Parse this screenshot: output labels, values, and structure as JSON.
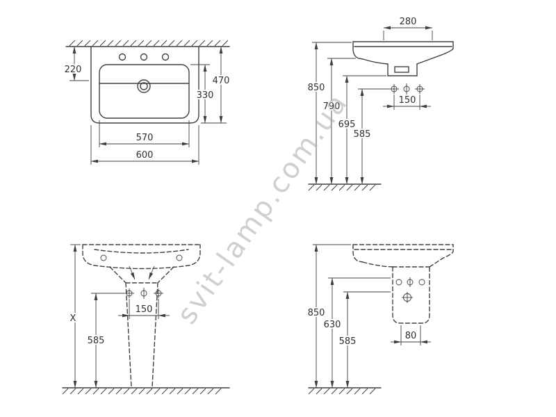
{
  "watermark": "svit-lamp.com.ua",
  "drawing": {
    "plan_view": {
      "d220": "220",
      "d470": "470",
      "d330": "330",
      "d570": "570",
      "d600": "600"
    },
    "side_view": {
      "d280": "280",
      "d850": "850",
      "d790": "790",
      "d695": "695",
      "d585": "585",
      "d150": "150"
    },
    "front_pedestal_view": {
      "dX": "X",
      "d585": "585",
      "d150": "150"
    },
    "side_half_pedestal_view": {
      "d850": "850",
      "d630": "630",
      "d585": "585",
      "d80": "80"
    }
  }
}
